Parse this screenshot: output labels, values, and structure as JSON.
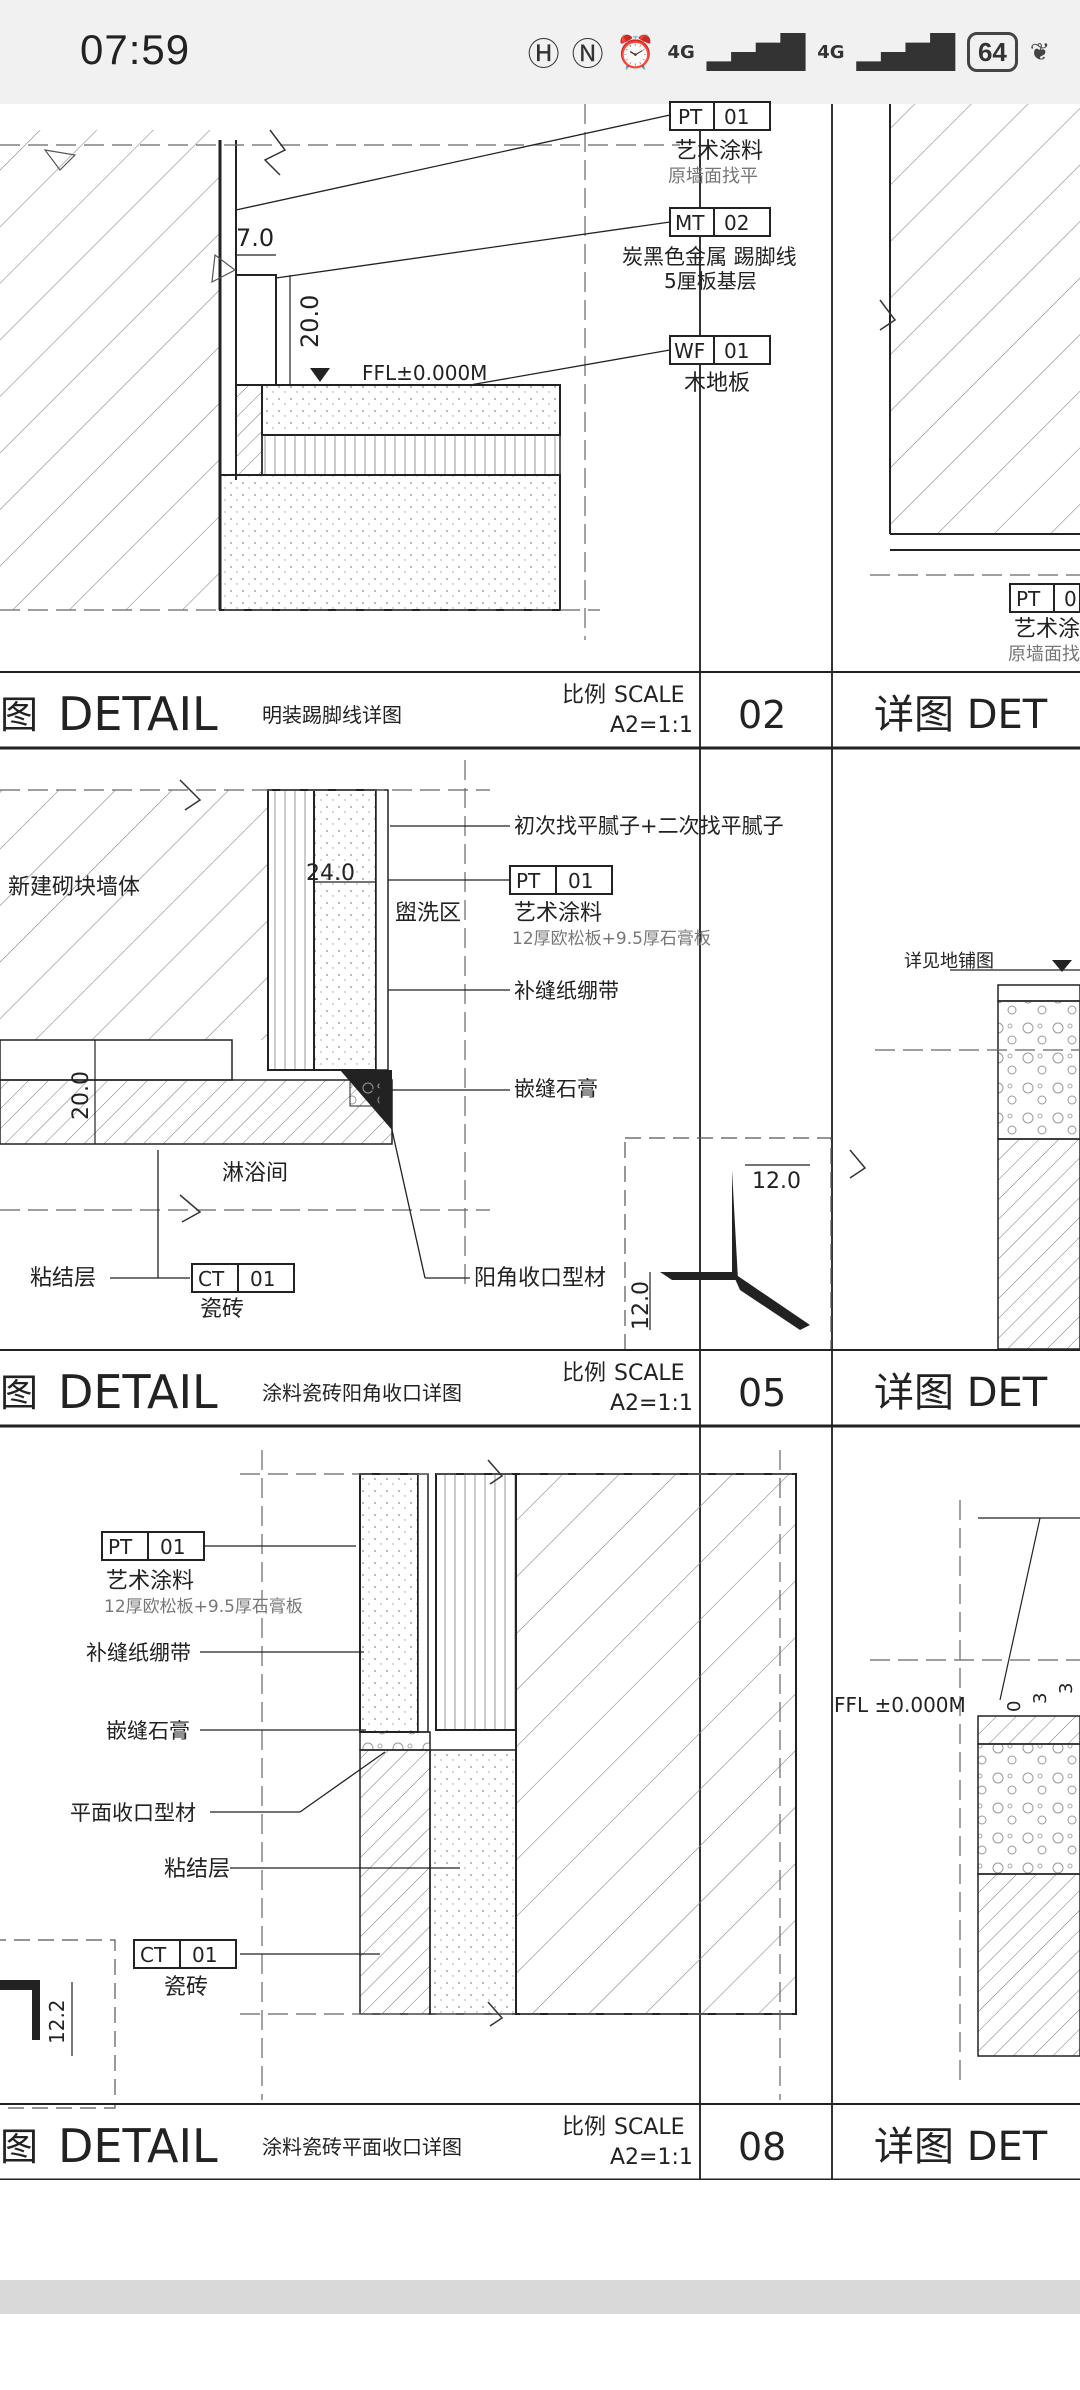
{
  "status_bar": {
    "time": "07:59",
    "icons": [
      "hd-icon",
      "nfc-icon",
      "alarm-icon",
      "signal-4g-icon",
      "signal-4g-icon"
    ],
    "network1": "4G",
    "network2": "4G",
    "battery": "64"
  },
  "panels": [
    {
      "number": "02",
      "title_prefix": "图",
      "title_detail": "DETAIL",
      "subtitle": "明装踢脚线详图",
      "scale_label": "比例",
      "scale_word": "SCALE",
      "scale_value": "A2=1:1",
      "tags": [
        {
          "code": "PT",
          "num": "01",
          "name": "艺术涂料",
          "note": "原墙面找平"
        },
        {
          "code": "MT",
          "num": "02",
          "name": "炭黑色金属 踢脚线",
          "note": "5厘板基层"
        },
        {
          "code": "WF",
          "num": "01",
          "name": "木地板",
          "note": ""
        }
      ],
      "dims": [
        "7.0",
        "20.0"
      ],
      "ffl": "FFL±0.000M"
    },
    {
      "number": "05",
      "title_prefix": "图",
      "title_detail": "DETAIL",
      "subtitle": "涂料瓷砖阳角收口详图",
      "scale_label": "比例",
      "scale_word": "SCALE",
      "scale_value": "A2=1:1",
      "labels": {
        "putty": "初次找平腻子+二次找平腻子",
        "wall": "新建砌块墙体",
        "wash": "盥洗区",
        "paint_note": "12厚欧松板+9.5厚石膏板",
        "tape": "补缝纸绷带",
        "gypsum": "嵌缝石膏",
        "shower": "淋浴间",
        "adhesive": "粘结层",
        "tile": "瓷砖",
        "profile": "阳角收口型材"
      },
      "tags": [
        {
          "code": "PT",
          "num": "01",
          "name": "艺术涂料"
        },
        {
          "code": "CT",
          "num": "01",
          "name": "瓷砖"
        }
      ],
      "dims": [
        "24.0",
        "20.0",
        "12.0",
        "12.0"
      ]
    },
    {
      "number": "08",
      "title_prefix": "图",
      "title_detail": "DETAIL",
      "subtitle": "涂料瓷砖平面收口详图",
      "scale_label": "比例",
      "scale_word": "SCALE",
      "scale_value": "A2=1:1",
      "labels": {
        "paint_note": "12厚欧松板+9.5厚石膏板",
        "tape": "补缝纸绷带",
        "gypsum": "嵌缝石膏",
        "profile": "平面收口型材",
        "adhesive": "粘结层",
        "tile": "瓷砖"
      },
      "tags": [
        {
          "code": "PT",
          "num": "01",
          "name": "艺术涂料"
        },
        {
          "code": "CT",
          "num": "01",
          "name": "瓷砖"
        }
      ],
      "dims": [
        "12.2"
      ]
    }
  ],
  "right_column": {
    "tag_code": "PT",
    "tag_num": "0",
    "tag_name": "艺术涂",
    "tag_note": "原墙面找",
    "floor_ref": "详见地铺图",
    "ffl": "FFL ±0.000M",
    "dims": [
      "0",
      "3",
      "3"
    ],
    "titles": [
      "详图 DET",
      "详图 DET",
      "详图 DET"
    ]
  }
}
